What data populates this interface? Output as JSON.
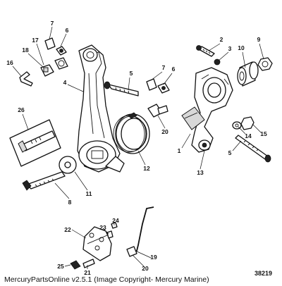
{
  "callouts": [
    {
      "id": "c1",
      "label": "1"
    },
    {
      "id": "c2",
      "label": "2"
    },
    {
      "id": "c3",
      "label": "3"
    },
    {
      "id": "c4",
      "label": "4"
    },
    {
      "id": "c5a",
      "label": "5"
    },
    {
      "id": "c5b",
      "label": "5"
    },
    {
      "id": "c6a",
      "label": "6"
    },
    {
      "id": "c6b",
      "label": "6"
    },
    {
      "id": "c7a",
      "label": "7"
    },
    {
      "id": "c7b",
      "label": "7"
    },
    {
      "id": "c8",
      "label": "8"
    },
    {
      "id": "c9",
      "label": "9"
    },
    {
      "id": "c10",
      "label": "10"
    },
    {
      "id": "c11",
      "label": "11"
    },
    {
      "id": "c12",
      "label": "12"
    },
    {
      "id": "c13",
      "label": "13"
    },
    {
      "id": "c14",
      "label": "14"
    },
    {
      "id": "c15",
      "label": "15"
    },
    {
      "id": "c16",
      "label": "16"
    },
    {
      "id": "c17",
      "label": "17"
    },
    {
      "id": "c18",
      "label": "18"
    },
    {
      "id": "c19",
      "label": "19"
    },
    {
      "id": "c20a",
      "label": "20"
    },
    {
      "id": "c20b",
      "label": "20"
    },
    {
      "id": "c21",
      "label": "21"
    },
    {
      "id": "c22",
      "label": "22"
    },
    {
      "id": "c23",
      "label": "23"
    },
    {
      "id": "c24",
      "label": "24"
    },
    {
      "id": "c25",
      "label": "25"
    },
    {
      "id": "c26",
      "label": "26"
    }
  ],
  "footer": {
    "credit": "MercuryPartsOnline v2.5.1 (Image Copyright- Mercury Marine)",
    "diagram_number": "38219"
  }
}
